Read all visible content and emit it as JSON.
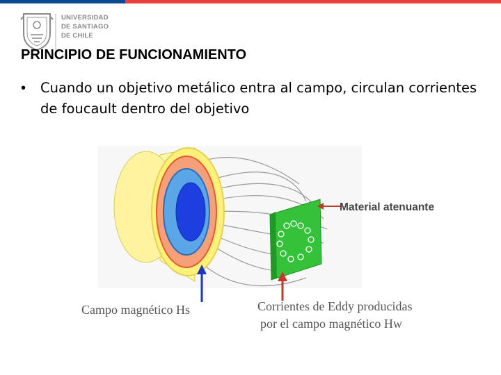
{
  "header": {
    "logo_lines": [
      "UNIVERSIDAD",
      "DE SANTIAGO",
      "DE CHILE"
    ],
    "brand_colors": {
      "blue": "#0b4a8f",
      "red": "#e8413d"
    }
  },
  "slide": {
    "title": "PRINCIPIO DE FUNCIONAMIENTO",
    "bullets": [
      "Cuando un objetivo metálico  entra al campo, circulan corrientes de foucault  dentro del objetivo"
    ]
  },
  "figure": {
    "label_material": "Material atenuante",
    "label_campo": "Campo magnético Hs",
    "label_corrientes_line1": "Corrientes de Eddy producidas",
    "label_corrientes_line2": "por el campo magnético Hw"
  }
}
